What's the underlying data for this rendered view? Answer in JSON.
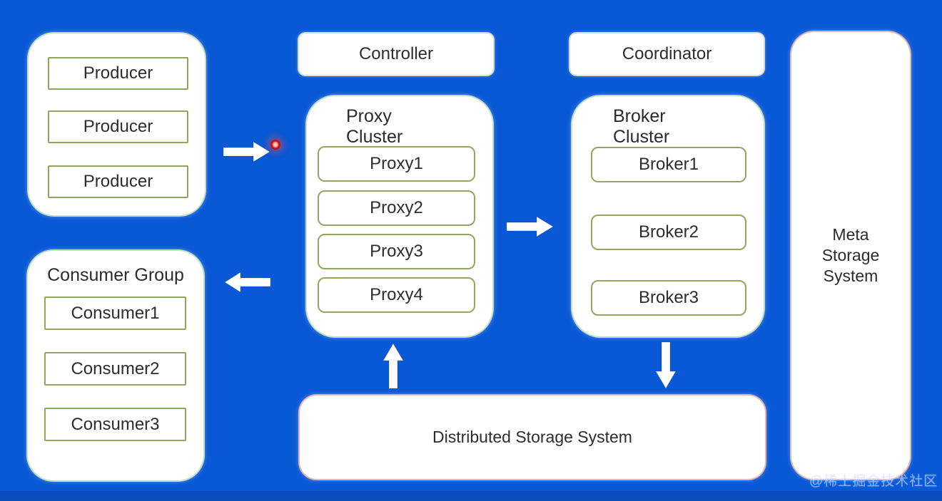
{
  "colors": {
    "background": "#0958d6",
    "background_bottom_band": "#0a4cbb",
    "panel_fill": "#ffffff",
    "node_border_green": "#8fa85f",
    "cluster_border_green": "#8cc89b",
    "storage_border_pink": "#d28c8c",
    "text": "#2d2d2d",
    "arrow": "#ffffff",
    "pointer_dot_red": "#e01818",
    "watermark": "#c8d8f8"
  },
  "producer_panel": {
    "items": [
      "Producer",
      "Producer",
      "Producer"
    ]
  },
  "consumer_panel": {
    "title": "Consumer Group",
    "items": [
      "Consumer1",
      "Consumer2",
      "Consumer3"
    ]
  },
  "controller": {
    "label": "Controller"
  },
  "coordinator": {
    "label": "Coordinator"
  },
  "proxy_cluster": {
    "title": [
      "Proxy",
      "Cluster"
    ],
    "items": [
      "Proxy1",
      "Proxy2",
      "Proxy3",
      "Proxy4"
    ]
  },
  "broker_cluster": {
    "title": [
      "Broker",
      "Cluster"
    ],
    "items": [
      "Broker1",
      "Broker2",
      "Broker3"
    ]
  },
  "meta_storage": {
    "label_lines": [
      "Meta",
      "Storage",
      "System"
    ]
  },
  "distributed_storage": {
    "label": "Distributed Storage System"
  },
  "watermark": "@稀土掘金技术社区"
}
